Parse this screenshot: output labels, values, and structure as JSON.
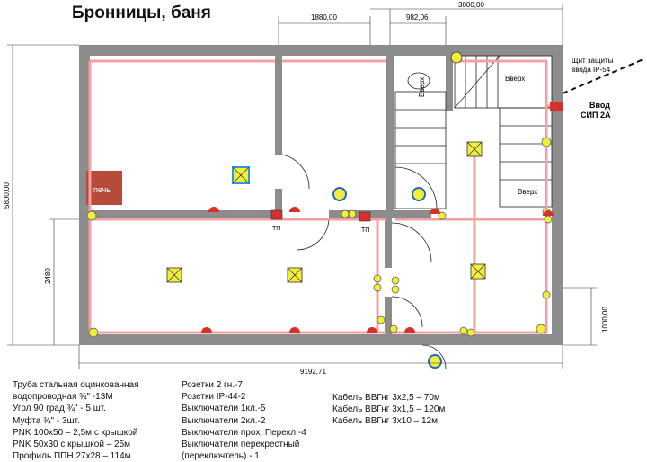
{
  "title": "Бронницы, баня",
  "dimensions": {
    "top_left": "1880,00",
    "top_mid": "982,06",
    "top_right": "3000,00",
    "left_full": "5800,00",
    "left_lower": "2480",
    "bottom": "9192,71",
    "right_lower": "1000,00"
  },
  "labels": {
    "stove": "печь",
    "tp_1": "ТП",
    "tp_2": "ТП",
    "up_1": "Вверх",
    "up_2": "Вверх",
    "up_3": "Вверх",
    "panel_line1": "Щит защиты",
    "panel_line2": "ввода IP-54",
    "input_line1": "Ввод",
    "input_line2": "СИП 2А"
  },
  "legend_left": [
    "Труба стальная оцинкованная",
    "водопроводная ¾\" -13М",
    "Угол 90 град ¾\" - 5 шт.",
    "Муфта ¾\" - 3шт.",
    "PNK 100x50 – 2,5м с крышкой",
    "PNK 50x30 с крышкой – 25м",
    "Профиль ППН 27x28 – 114м"
  ],
  "legend_mid": [
    "Розетки 2 гн.-7",
    "Розетки IP-44-2",
    "Выключатели 1кл.-5",
    "Выключатели 2кл.-2",
    "Выключатели прох. Перекл.-4",
    "Выключатели перекрестный",
    "(переключтель) - 1"
  ],
  "legend_right": [
    "Кабель ВВГнг 3x2,5 – 70м",
    "Кабель ВВГнг 3x1,5 – 120м",
    "Кабель ВВГнг 3x10 – 12м"
  ],
  "colors": {
    "wall": "#8c8c8c",
    "cable": "#f4a0a0",
    "lamp_fill": "#f2ee3a",
    "stove": "#b84a3a",
    "socket_red": "#d8302a",
    "blue": "#2466c8"
  }
}
